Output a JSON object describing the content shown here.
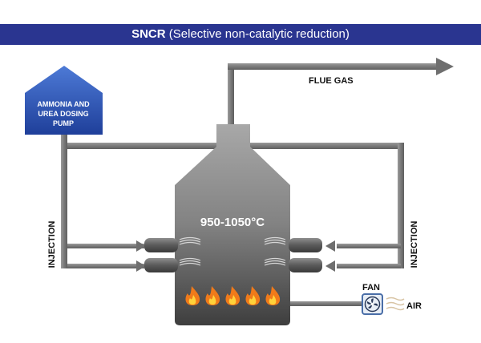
{
  "header": {
    "title_bold": "SNCR",
    "title_rest": "(Selective non-catalytic reduction)"
  },
  "labels": {
    "flue_gas": "FLUE GAS",
    "pump_line1": "AMMONIA AND",
    "pump_line2": "UREA DOSING",
    "pump_line3": "PUMP",
    "temperature": "950-1050°C",
    "injection_left": "INJECTION",
    "injection_right": "INJECTION",
    "fan": "FAN",
    "air": "AIR"
  },
  "icons": {
    "flame": "flame-icon",
    "fan": "fan-icon",
    "air": "air-wave-icon",
    "arrow": "arrow-right-icon"
  },
  "colors": {
    "banner": "#2a3590",
    "pump": "#2f58b8",
    "pipe": "#7d7d7d",
    "furnace_top": "#a8a8a8",
    "furnace_bottom": "#3e3e3e",
    "flame_outer": "#f07a1a",
    "flame_inner": "#ffd23a"
  },
  "flames": [
    1,
    2,
    3,
    4,
    5
  ]
}
